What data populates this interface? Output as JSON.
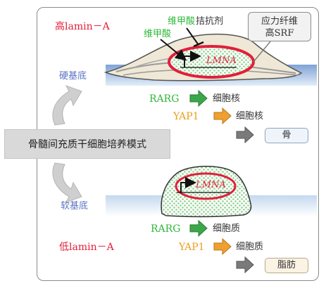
{
  "labels": {
    "high_lamin": "高lamin－A",
    "low_lamin": "低lamin－A",
    "hard_substrate": "硬基底",
    "soft_substrate": "软基底",
    "antagonist": "维甲酸拮抗剂",
    "retinoic_acid": "维甲酸",
    "stress_fiber_line1": "应力纤维",
    "stress_fiber_line2": "高SRF",
    "lmna_top": "LMNA",
    "lmna_bottom": "LMNA",
    "main_title": "骨髓间充质干细胞培养模式"
  },
  "top_pathway": {
    "rarg_label": "RARG",
    "rarg_target": "细胞核",
    "yap1_label": "YAP1",
    "yap1_target": "细胞核",
    "fate": "骨"
  },
  "bottom_pathway": {
    "rarg_label": "RARG",
    "rarg_target": "细胞质",
    "yap1_label": "YAP1",
    "yap1_target": "细胞质",
    "fate": "脂肪"
  },
  "colors": {
    "red": "#e0203a",
    "green_arrow": "#3aa84a",
    "orange_arrow": "#f0a030",
    "gray_arrow": "#7a7a7a",
    "substrate_blue": "#a9c4e6",
    "cell_beige": "#efe8d6",
    "nucleus_dots": "#8fd08f"
  }
}
